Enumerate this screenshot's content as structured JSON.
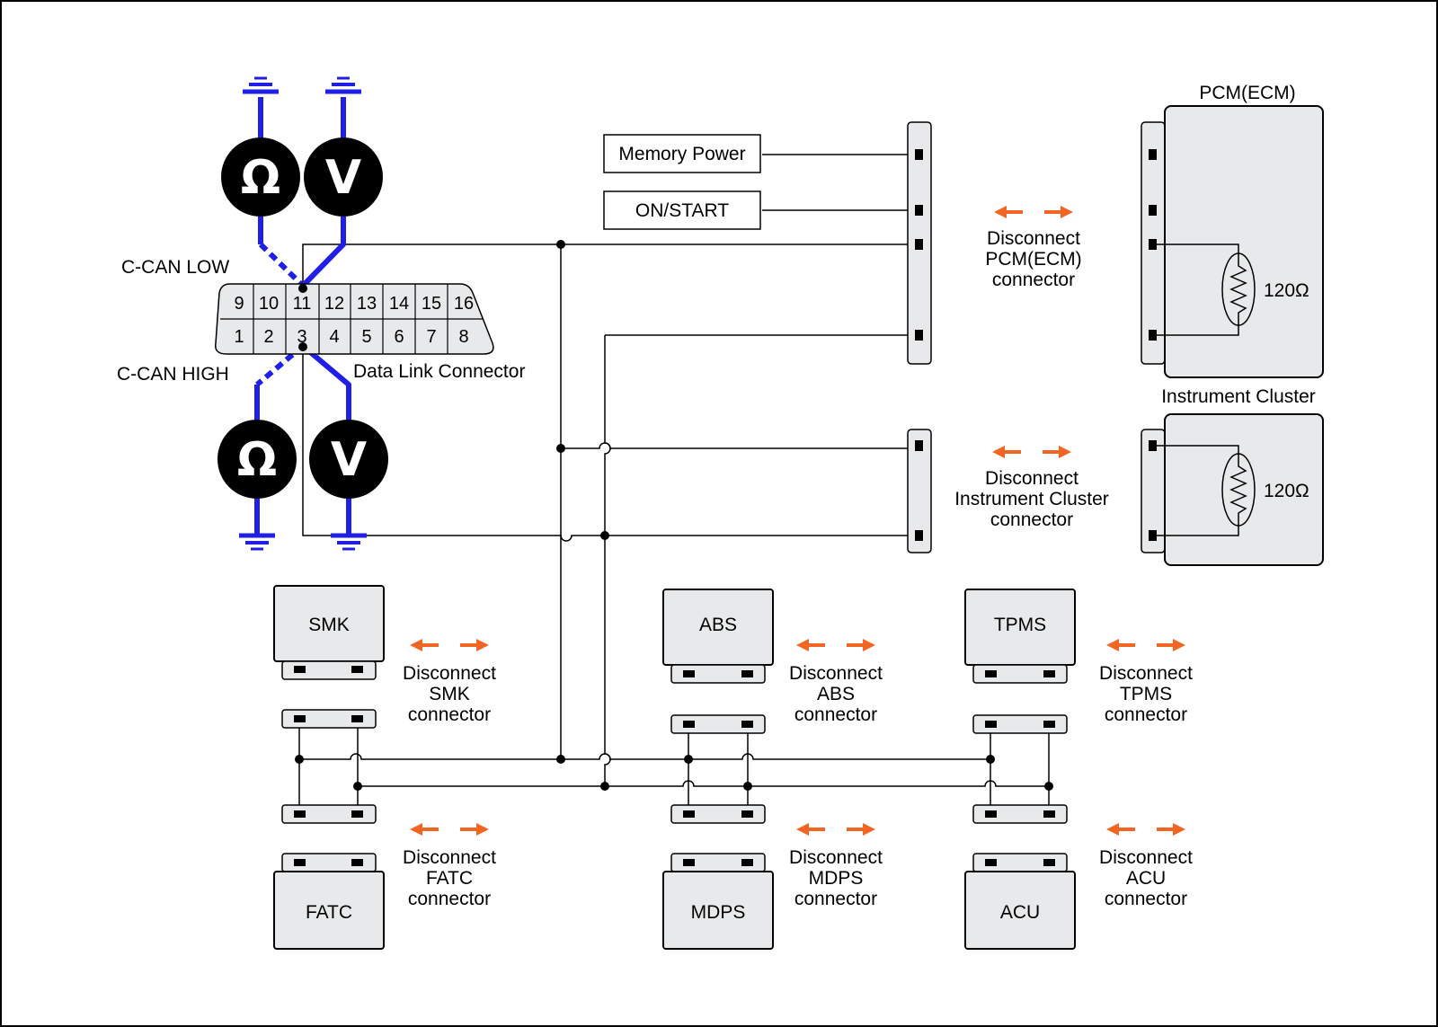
{
  "dlc": {
    "name": "Data Link Connector",
    "top_pins": [
      "9",
      "10",
      "11",
      "12",
      "13",
      "14",
      "15",
      "16"
    ],
    "bottom_pins": [
      "1",
      "2",
      "3",
      "4",
      "5",
      "6",
      "7",
      "8"
    ],
    "can_low_label": "C-CAN LOW",
    "can_high_label": "C-CAN HIGH"
  },
  "meters": {
    "ohm_symbol": "Ω",
    "volt_symbol": "V"
  },
  "power": {
    "memory_power": "Memory Power",
    "on_start": "ON/START"
  },
  "pcm": {
    "title": "PCM(ECM)",
    "resistor": "120Ω",
    "disconnect": [
      "Disconnect",
      "PCM(ECM)",
      "connector"
    ]
  },
  "cluster": {
    "title": "Instrument Cluster",
    "resistor": "120Ω",
    "disconnect": [
      "Disconnect",
      "Instrument Cluster",
      "connector"
    ]
  },
  "modules": {
    "smk": {
      "name": "SMK",
      "disconnect": [
        "Disconnect",
        "SMK",
        "connector"
      ]
    },
    "abs": {
      "name": "ABS",
      "disconnect": [
        "Disconnect",
        "ABS",
        "connector"
      ]
    },
    "tpms": {
      "name": "TPMS",
      "disconnect": [
        "Disconnect",
        "TPMS",
        "connector"
      ]
    },
    "fatc": {
      "name": "FATC",
      "disconnect": [
        "Disconnect",
        "FATC",
        "connector"
      ]
    },
    "mdps": {
      "name": "MDPS",
      "disconnect": [
        "Disconnect",
        "MDPS",
        "connector"
      ]
    },
    "acu": {
      "name": "ACU",
      "disconnect": [
        "Disconnect",
        "ACU",
        "connector"
      ]
    }
  },
  "colors": {
    "probe_wire": "#1f1fe6",
    "disconnect_arrow": "#f26522",
    "module_fill": "#e8e9ea"
  }
}
